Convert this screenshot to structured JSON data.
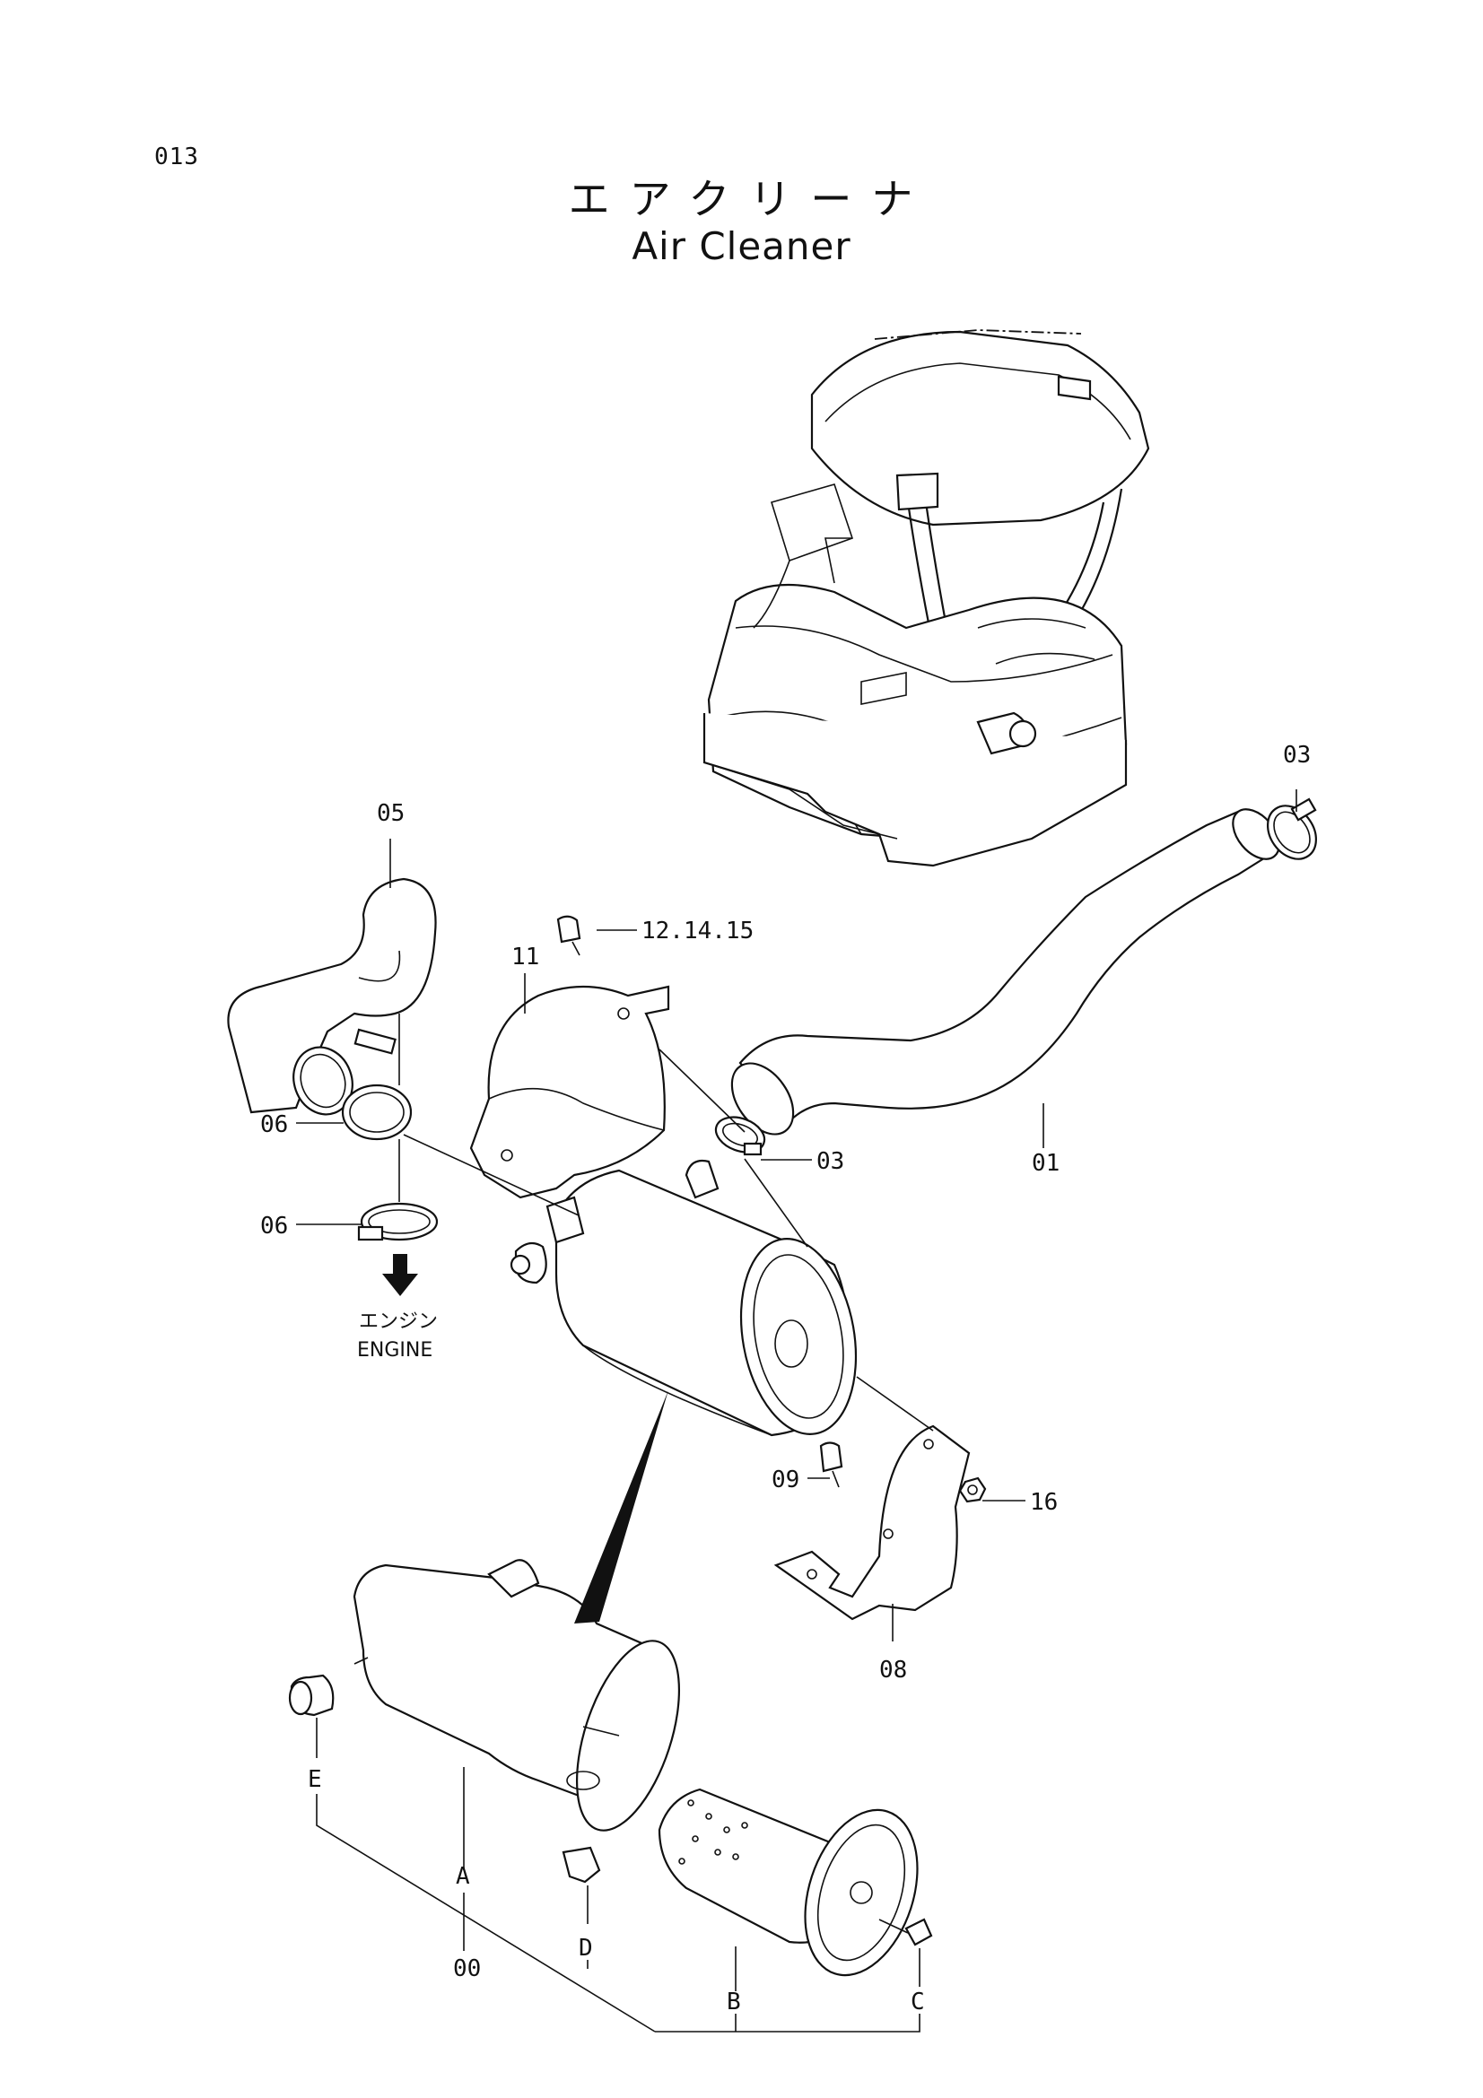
{
  "page_number": "013",
  "title_ja": "エアクリーナ",
  "title_en": "Air Cleaner",
  "engine_note": {
    "ja": "エンジン",
    "en": "ENGINE"
  },
  "callouts": {
    "p01": "01",
    "p03_top": "03",
    "p03_mid": "03",
    "p05": "05",
    "p06_upper": "06",
    "p06_lower": "06",
    "p08": "08",
    "p09": "09",
    "p11": "11",
    "p12": "12.14.15",
    "p16": "16",
    "p00": "00",
    "sub_a": "A",
    "sub_b": "B",
    "sub_c": "C",
    "sub_d": "D",
    "sub_e": "E"
  }
}
